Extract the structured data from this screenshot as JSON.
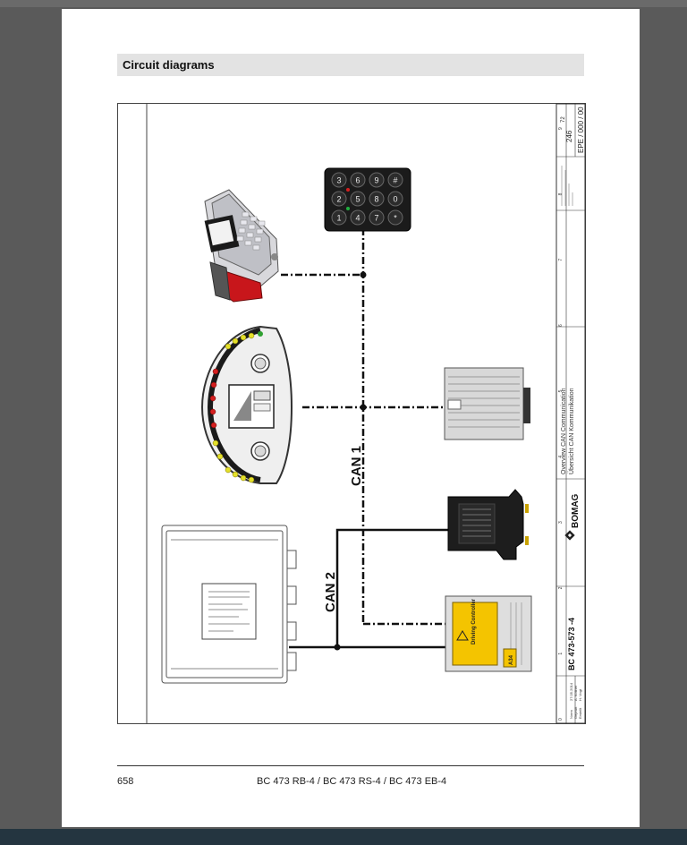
{
  "page": {
    "section_title": "Circuit diagrams",
    "page_number": "658",
    "footer_models": "BC 473 RB-4 / BC 473 RS-4 / BC 473 EB-4"
  },
  "diagram": {
    "bus_labels": {
      "can1": "CAN 1",
      "can2": "CAN 2"
    },
    "keypad_keys": [
      "3",
      "6",
      "9",
      "#",
      "2",
      "5",
      "8",
      "0",
      "1",
      "4",
      "7",
      "*"
    ],
    "driving_controller_label": "Driving Controller",
    "driving_controller_id": "A34",
    "title_block": {
      "title_en": "Overview CAN Communication",
      "title_de": "Übersicht CAN Kommunikation",
      "brand": "BOMAG",
      "model": "BC 473-573 -4",
      "drawing_number": "EPE / 000 / 00",
      "sheet": "246",
      "sheet_total": "72",
      "column_numbers": [
        "0",
        "1",
        "2",
        "3",
        "4",
        "5",
        "6",
        "7",
        "8",
        "9"
      ],
      "revision_labels": [
        "Erstellt",
        "Geprüft",
        "Norm"
      ],
      "revision_names": [
        "H. Vogt",
        "A. Köllner",
        ""
      ],
      "revision_dates": [
        "27.05.2014",
        "27.05.2014",
        "27.05.2014"
      ]
    }
  }
}
